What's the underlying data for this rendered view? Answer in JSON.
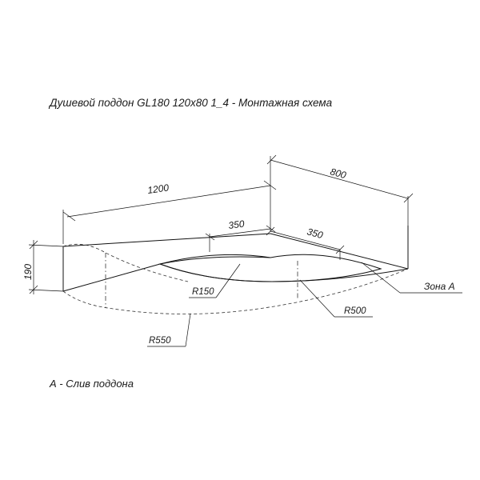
{
  "title": "Душевой поддон GL180 120х80 1_4 - Монтажная схема",
  "caption": "А - Слив поддона",
  "dimensions": {
    "length": "1200",
    "width": "800",
    "height": "190",
    "drain_offset_left": "350",
    "drain_offset_right": "350",
    "radius_inner": "R150",
    "radius_mid": "R500",
    "radius_outer": "R550"
  },
  "zone_label": "Зона А",
  "colors": {
    "lines": "#111111",
    "background": "#ffffff"
  }
}
